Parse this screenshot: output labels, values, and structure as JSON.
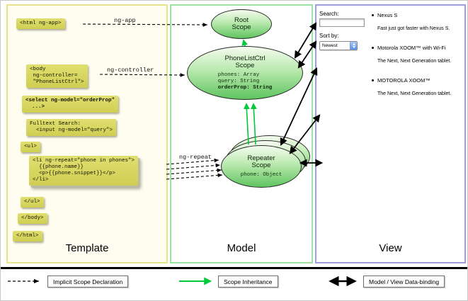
{
  "colors": {
    "code_box_bg": "#d6d55e",
    "template_border": "#e7e48c",
    "model_border": "#9ce2a0",
    "view_border": "#9e9edd",
    "scope_gradient_top": "#f5fcef",
    "scope_gradient_bottom": "#5fc45f",
    "inheritance_green": "#00c838",
    "arrow_black": "#000000"
  },
  "template": {
    "label": "Template",
    "code": {
      "html_open": "<html ng-app>",
      "body_open": [
        "<body",
        " ng-controller=",
        " \"PhoneListCtrl\">"
      ],
      "select": [
        "<select ng-model=\"orderProp\"",
        "  ...>"
      ],
      "fulltext": [
        "Fulltext Search:",
        "  <input ng-model=\"query\">"
      ],
      "ul_open": "<ul>",
      "li_repeat": [
        "<li ng-repeat=\"phone in phones\">",
        "  {{phone.name}}",
        "  <p>{{phone.snippet}}</p>",
        "</li>"
      ],
      "ul_close": "</ul>",
      "body_close": "</body>",
      "html_close": "</html>"
    }
  },
  "model": {
    "label": "Model",
    "root_scope": {
      "title": [
        "Root",
        "Scope"
      ]
    },
    "phonelist_scope": {
      "title": [
        "PhoneListCtrl",
        "Scope"
      ],
      "props": [
        "phones: Array",
        "query: String",
        "orderProp: String"
      ]
    },
    "repeater_scope": {
      "title": [
        "Repeater",
        "Scope"
      ],
      "props": [
        "phone: Object"
      ]
    }
  },
  "arrow_labels": {
    "ng_app": "ng-app",
    "ng_controller": "ng-controller",
    "ng_repeat": "ng-repeat"
  },
  "view": {
    "label": "View",
    "search_label": "Search:",
    "search_value": "",
    "sort_label": "Sort by:",
    "sort_value": "Newest",
    "phones": [
      {
        "name": "Nexus S",
        "snippet": "Fast just got faster with Nexus S."
      },
      {
        "name": "Motorola XOOM™ with Wi-Fi",
        "snippet": "The Next, Next Generation tablet."
      },
      {
        "name": "MOTOROLA XOOM™",
        "snippet": "The Next, Next Generation tablet."
      }
    ]
  },
  "legend": {
    "implicit_scope": "Implicit Scope Declaration",
    "scope_inheritance": "Scope Inheritance",
    "data_binding": "Model / View Data-binding"
  }
}
